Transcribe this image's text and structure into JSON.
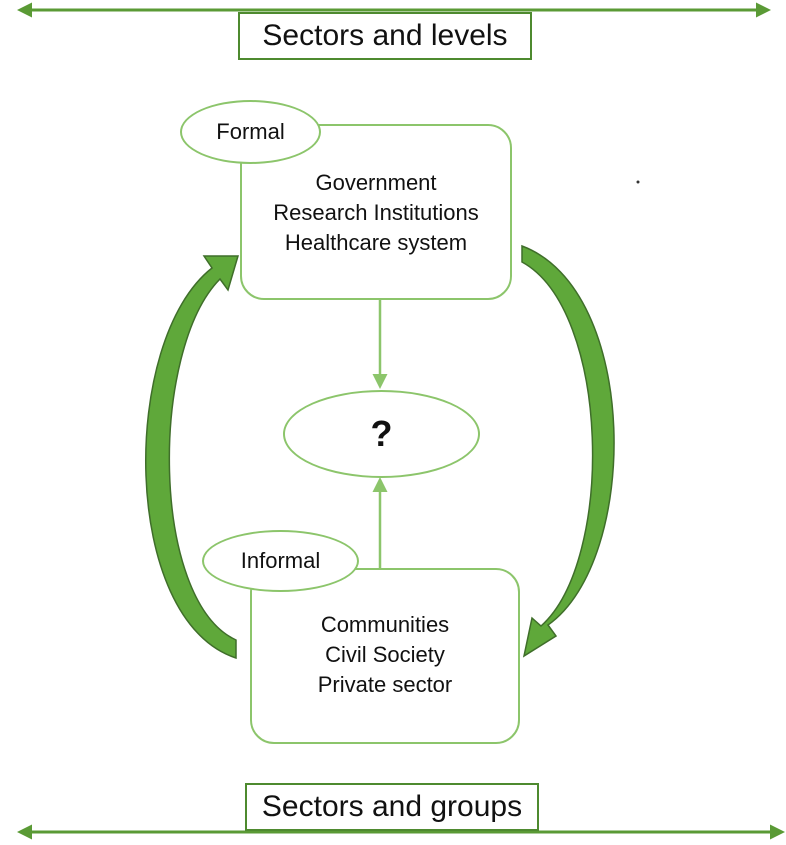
{
  "top_banner": "Sectors and levels",
  "bottom_banner": "Sectors and groups",
  "formal": {
    "label": "Formal",
    "items": [
      "Government",
      "Research Institutions",
      "Healthcare system"
    ]
  },
  "informal": {
    "label": "Informal",
    "items": [
      "Communities",
      "Civil Society",
      "Private sector"
    ]
  },
  "center": "?",
  "colors": {
    "box_border": "#8cc56b",
    "arrow_fill": "#5fa83a",
    "arrow_outline": "#3f6e2a"
  }
}
